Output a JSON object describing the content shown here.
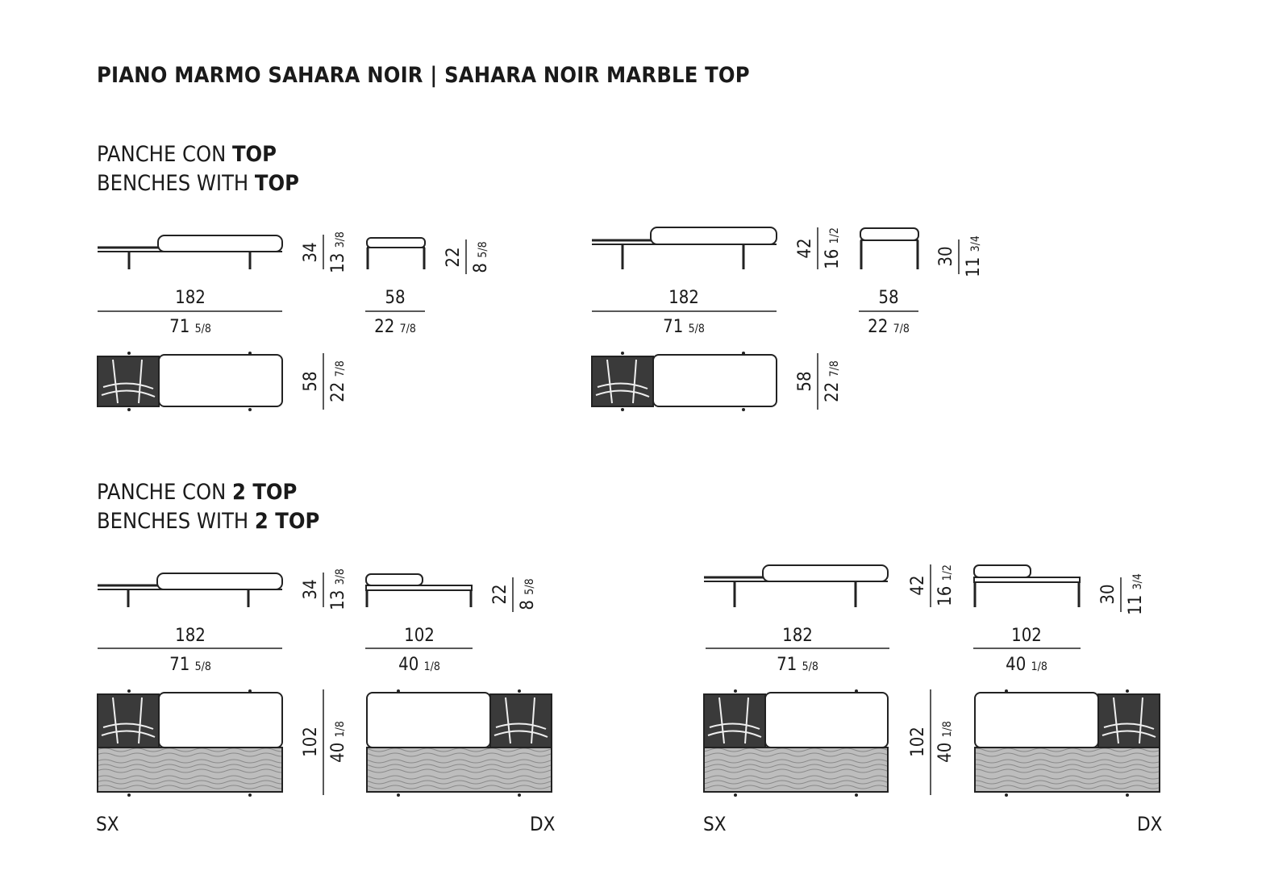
{
  "title": "PIANO MARMO SAHARA NOIR | SAHARA NOIR MARBLE TOP",
  "section1": {
    "line1_pre": "PANCHE CON ",
    "line1_bold": "TOP",
    "line2_pre": "BENCHES WITH ",
    "line2_bold": "TOP"
  },
  "section2": {
    "line1_pre": "PANCHE CON ",
    "line1_bold": "2 TOP",
    "line2_pre": "BENCHES WITH ",
    "line2_bold": "2 TOP"
  },
  "dims": {
    "w182": "182",
    "w182_in": "71",
    "w182_fr": "5/8",
    "w58": "58",
    "w58_in": "22",
    "w58_fr": "7/8",
    "w102": "102",
    "w102_in": "40",
    "w102_fr": "1/8",
    "h34": "34",
    "h34_in": "13",
    "h34_fr": "3/8",
    "h22": "22",
    "h22_in": "8",
    "h22_fr": "5/8",
    "h42": "42",
    "h42_in": "16",
    "h42_fr": "1/2",
    "h30": "30",
    "h30_in": "11",
    "h30_fr": "3/4",
    "d58": "58",
    "d58_in": "22",
    "d58_fr": "7/8",
    "d102": "102",
    "d102_in": "40",
    "d102_fr": "1/8"
  },
  "labels": {
    "sx": "SX",
    "dx": "DX"
  }
}
